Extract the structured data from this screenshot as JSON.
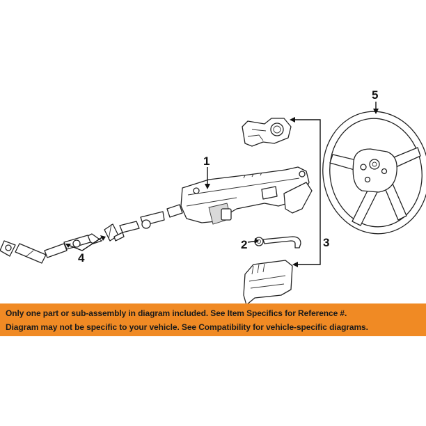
{
  "callouts": {
    "c1": "1",
    "c2": "2",
    "c3": "3",
    "c4": "4",
    "c5": "5"
  },
  "disclaimer": {
    "line1": "Only one part or sub-assembly in diagram included. See Item Specifics for Reference #.",
    "line2": "Diagram may not be specific to your vehicle. See Compatibility for vehicle-specific diagrams."
  },
  "colors": {
    "banner": "#f08a24",
    "ink": "#111111"
  }
}
